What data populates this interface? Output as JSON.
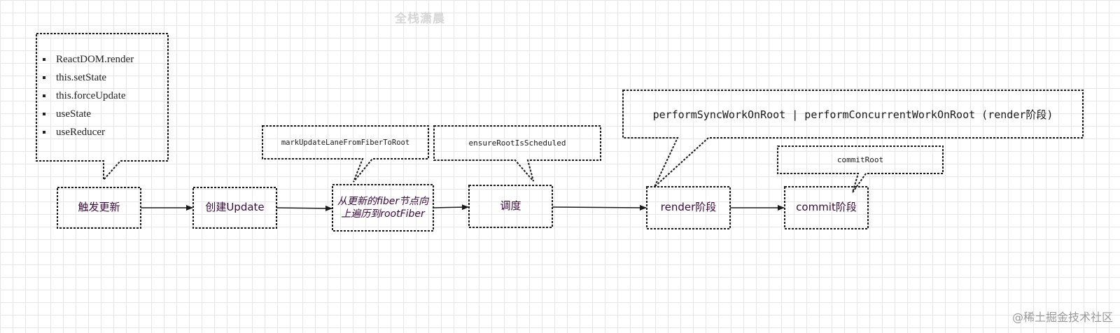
{
  "watermark_top": "全栈潇晨",
  "watermark_bottom": "@稀土掘金技术社区",
  "triggers": {
    "items": [
      "ReactDOM.render",
      "this.setState",
      "this.forceUpdate",
      "useState",
      "useReducer"
    ]
  },
  "nodes": {
    "trigger": "触发更新",
    "create_update": "创建Update",
    "traverse_line1": "从更新的fiber节点向",
    "traverse_line2": "上遍历到rootFiber",
    "schedule": "调度",
    "render_phase": "render阶段",
    "commit_phase": "commit阶段"
  },
  "callouts": {
    "mark_update": "markUpdateLaneFromFiberToRoot",
    "ensure_root": "ensureRootIsScheduled",
    "perform_work": "performSyncWorkOnRoot | performConcurrentWorkOnRoot (render阶段)",
    "commit_root": "commitRoot"
  },
  "colors": {
    "stroke": "#1a1a1a",
    "node_text": "#3a0a3a",
    "grid": "#e6e6e6"
  }
}
